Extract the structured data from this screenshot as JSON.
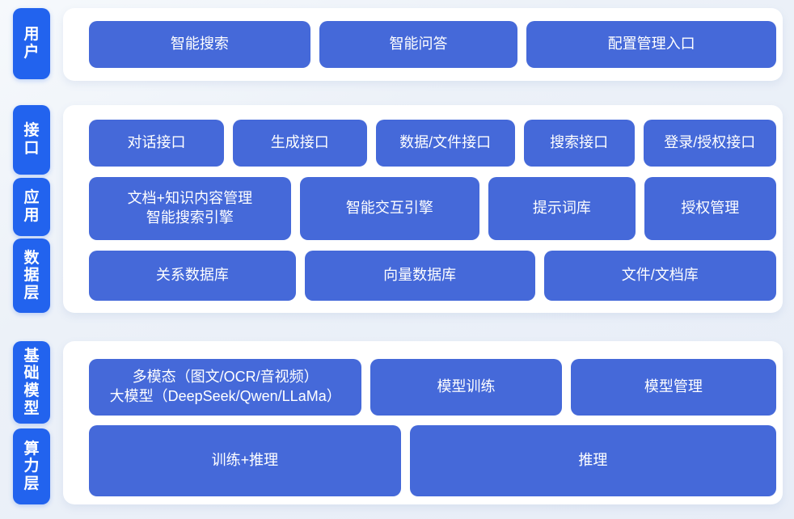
{
  "diagram_title": "",
  "colors": {
    "layer_label_blue": "#2263ee",
    "node_blue": "#4569d9",
    "panel_white": "#ffffff",
    "page_background": "#ecf1f8",
    "text_white": "#ffffff"
  },
  "bands": [
    {
      "id": "user",
      "gap_before": 0,
      "panel_padding": "16px 8px 16px 32px",
      "labels": [
        {
          "id": "user",
          "text": "用户",
          "h": 88
        }
      ],
      "rows": [
        {
          "h": 58,
          "gap_before": 0,
          "nodes": [
            {
              "id": "smart-search",
              "label": "智能搜索",
              "flex": 1.12
            },
            {
              "id": "smart-qa",
              "label": "智能问答",
              "flex": 1.0
            },
            {
              "id": "config-entry",
              "label": "配置管理入口",
              "flex": 1.27
            }
          ]
        }
      ]
    },
    {
      "id": "middle",
      "gap_before": 30,
      "panel_padding": "18px 8px 15px 32px",
      "labels": [
        {
          "id": "interface",
          "text": "接口",
          "h": 86
        },
        {
          "id": "application",
          "text": "应用",
          "h": 72
        },
        {
          "id": "data-layer",
          "text": "数据层",
          "h": 92
        }
      ],
      "rows": [
        {
          "h": 58,
          "gap_before": 0,
          "nodes": [
            {
              "id": "dialog-api",
              "label": "对话接口",
              "flex": 1.24
            },
            {
              "id": "generation-api",
              "label": "生成接口",
              "flex": 1.23
            },
            {
              "id": "data-file-api",
              "label": "数据/文件接口",
              "flex": 1.28
            },
            {
              "id": "search-api",
              "label": "搜索接口",
              "flex": 1.0
            },
            {
              "id": "login-auth-api",
              "label": "登录/授权接口",
              "flex": 1.22
            }
          ]
        },
        {
          "h": 78,
          "gap_before": 13,
          "nodes": [
            {
              "id": "doc-knowledge-search-engine",
              "lines": [
                "文档+知识内容管理",
                "智能搜索引擎"
              ],
              "label": "文档+知识内容管理 智能搜索引擎",
              "flex": 1.57
            },
            {
              "id": "interaction-engine",
              "label": "智能交互引擎",
              "flex": 1.39
            },
            {
              "id": "prompt-library",
              "label": "提示词库",
              "flex": 1.12
            },
            {
              "id": "auth-management",
              "label": "授权管理",
              "flex": 1.0
            }
          ]
        },
        {
          "h": 62,
          "gap_before": 13,
          "nodes": [
            {
              "id": "relational-db",
              "label": "关系数据库",
              "flex": 1.0
            },
            {
              "id": "vector-db",
              "label": "向量数据库",
              "flex": 1.12
            },
            {
              "id": "file-doc-store",
              "label": "文件/文档库",
              "flex": 1.13
            }
          ]
        }
      ]
    },
    {
      "id": "bottom",
      "gap_before": 35,
      "panel_padding": "22px 8px 10px 32px",
      "labels": [
        {
          "id": "foundation-model",
          "text": "基础模型",
          "h": 102
        },
        {
          "id": "compute-layer",
          "text": "算力层",
          "h": 94
        }
      ],
      "rows": [
        {
          "h": 70,
          "gap_before": 0,
          "nodes": [
            {
              "id": "multimodal-llm",
              "lines": [
                "多模态（图文/OCR/音视频）",
                "大模型（DeepSeek/Qwen/LLaMa）"
              ],
              "label": "多模态（图文/OCR/音视频） 大模型（DeepSeek/Qwen/LLaMa）",
              "flex": 1.45
            },
            {
              "id": "model-training",
              "label": "模型训练",
              "flex": 1.0
            },
            {
              "id": "model-management",
              "label": "模型管理",
              "flex": 1.08
            }
          ]
        },
        {
          "h": 88,
          "gap_before": 12,
          "nodes": [
            {
              "id": "training-inference",
              "label": "训练+推理",
              "flex": 1.0
            },
            {
              "id": "inference",
              "label": "推理",
              "flex": 1.18
            }
          ]
        }
      ]
    }
  ]
}
